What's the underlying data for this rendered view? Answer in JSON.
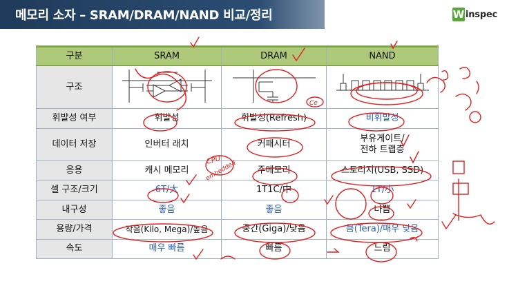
{
  "header": {
    "title": "메모리 소자 – SRAM/DRAM/NAND 비교/정리",
    "logo_mark": "W",
    "logo_text": "inspec"
  },
  "table": {
    "columns": [
      "구분",
      "SRAM",
      "DRAM",
      "NAND"
    ],
    "rows": [
      {
        "label": "구조",
        "sram": "",
        "dram": "",
        "nand": ""
      },
      {
        "label": "휘발성 여부",
        "sram": "휘발성",
        "dram": "휘발성(Refresh)",
        "nand": "비휘발성"
      },
      {
        "label": "데이터 저장",
        "sram": "인버터 래치",
        "dram": "커패시터",
        "nand_line1": "부유게이트/",
        "nand_line2": "전하 트랩층"
      },
      {
        "label": "응용",
        "sram": "캐시 메모리",
        "dram": "주메모리",
        "nand": "스토리지(USB, SSD)"
      },
      {
        "label": "셀 구조/크기",
        "sram": "6T/大",
        "dram": "1T1C/中",
        "nand": "1T/小"
      },
      {
        "label": "내구성",
        "sram": "좋음",
        "dram": "좋음",
        "nand": "나쁨"
      },
      {
        "label": "용량/가격",
        "sram": "작음(Kilo, Mega)/높음",
        "dram": "중간(Giga)/낮음",
        "nand": "큼(Tera)/매우 낮음"
      },
      {
        "label": "속도",
        "sram": "매우 빠름",
        "dram": "빠름",
        "nand": "느림"
      }
    ]
  },
  "annotations": {
    "cpu": "CPU",
    "embedded": "embedded",
    "ce": "Ce",
    "colors": {
      "ink": "#e02020",
      "accent_blue": "#2a5fb5",
      "header_green": "#aec97a"
    }
  }
}
